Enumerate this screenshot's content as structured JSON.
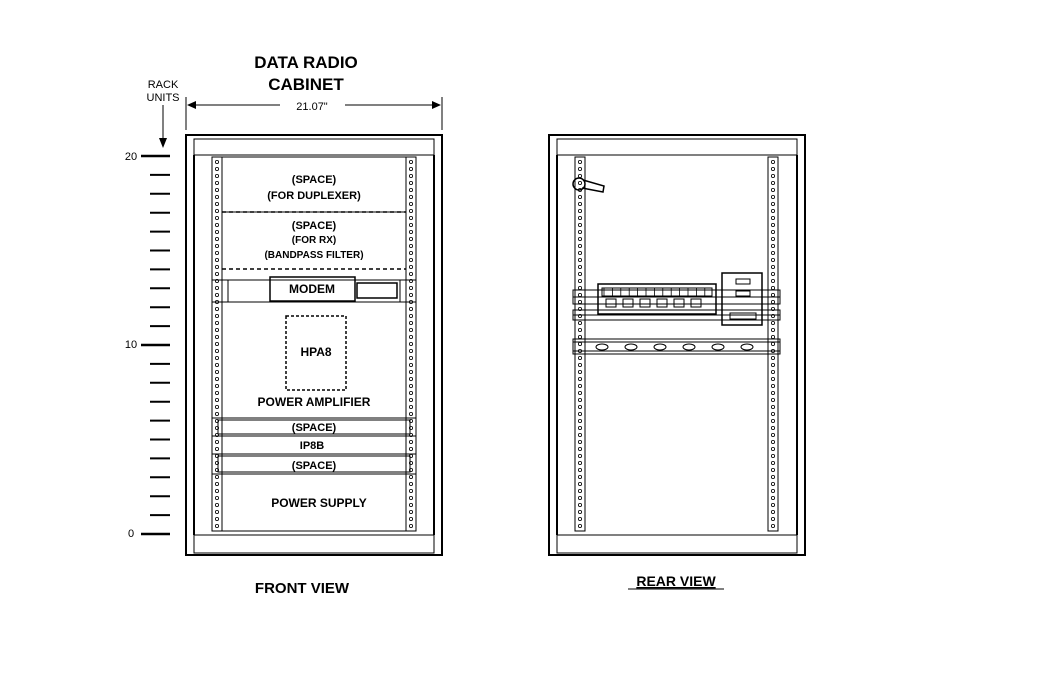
{
  "title": {
    "line1": "DATA RADIO",
    "line2": "CABINET"
  },
  "rack_units_label": {
    "line1": "RACK",
    "line2": "UNITS"
  },
  "width_dimension": "21.07\"",
  "scale_ticks": [
    "20",
    "10",
    "0"
  ],
  "front": {
    "slots": {
      "duplexer": {
        "line1": "(SPACE)",
        "line2": "(FOR DUPLEXER)"
      },
      "rx_filter": {
        "line1": "(SPACE)",
        "line2": "(FOR RX)",
        "line3": "(BANDPASS FILTER)"
      },
      "modem": "MODEM",
      "hpa": "HPA8",
      "amplifier": "POWER AMPLIFIER",
      "space_a": "(SPACE)",
      "ip8b": "IP8B",
      "space_b": "(SPACE)",
      "power_supply": "POWER SUPPLY"
    },
    "caption": "FRONT VIEW"
  },
  "rear": {
    "caption": "REAR VIEW"
  },
  "colors": {
    "line": "#000000",
    "background": "#ffffff"
  }
}
